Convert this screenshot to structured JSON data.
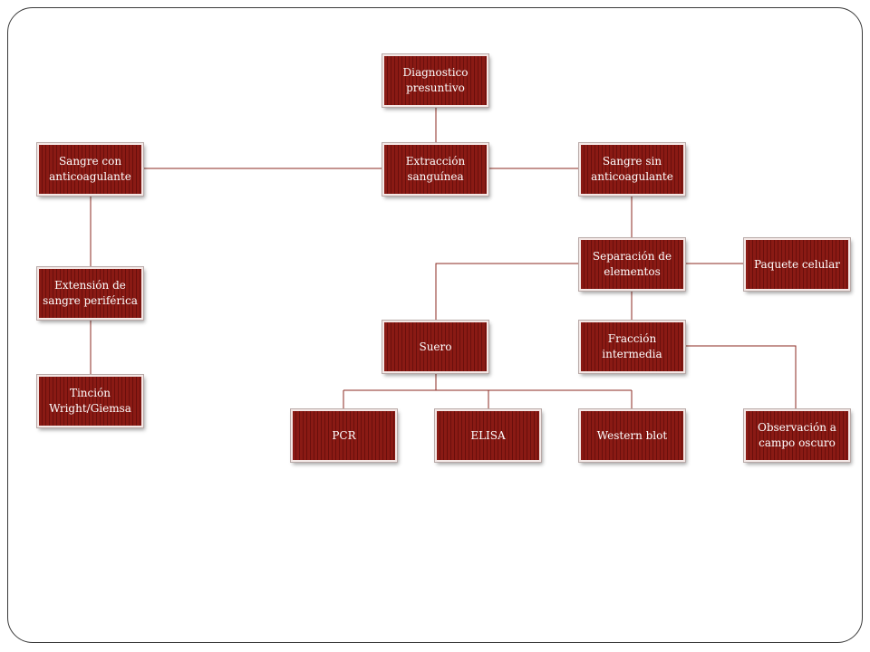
{
  "diagram": {
    "nodes": {
      "diagnostico": "Diagnostico presuntivo",
      "extraccion": "Extracción sanguínea",
      "sangre_con": "Sangre con anticoagulante",
      "sangre_sin": "Sangre sin anticoagulante",
      "extension": "Extensión de sangre periférica",
      "tincion": "Tinción Wright/Giemsa",
      "separacion": "Separación de elementos",
      "paquete": "Paquete celular",
      "suero": "Suero",
      "fraccion": "Fracción intermedia",
      "pcr": "PCR",
      "elisa": "ELISA",
      "western": "Western blot",
      "observacion": "Observación a campo oscuro"
    },
    "colors": {
      "box_fill": "#7a1410",
      "box_border": "#f4e8e6",
      "connector": "#8b2a20",
      "text": "#ffffff"
    }
  }
}
